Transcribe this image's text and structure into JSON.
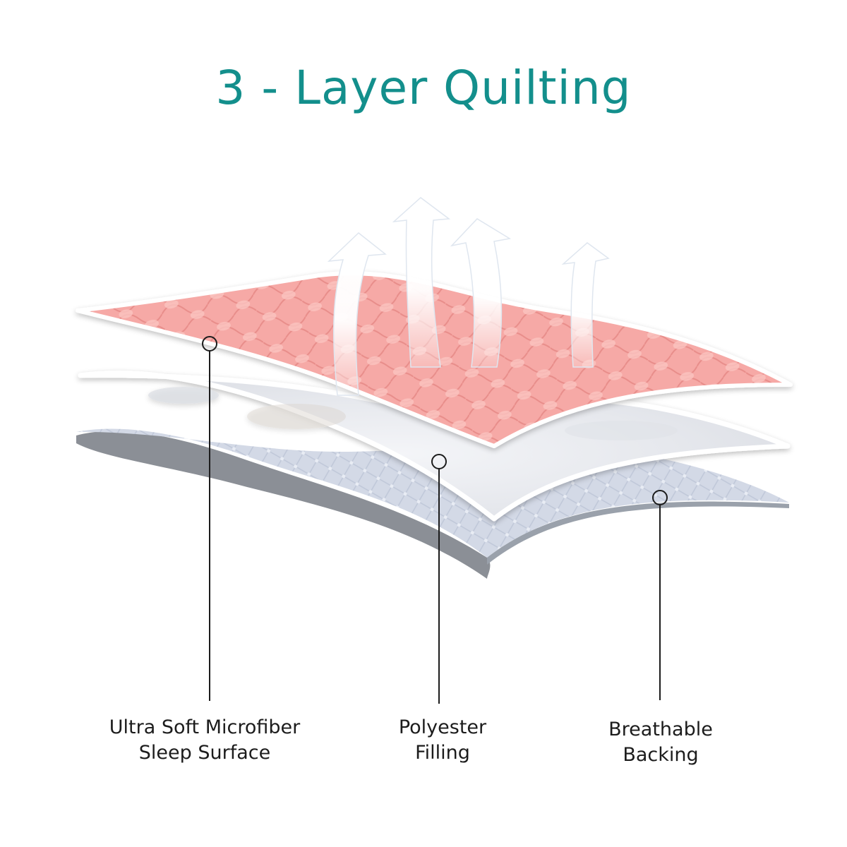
{
  "title": "3 - Layer Quilting",
  "colors": {
    "title": "#138f8c",
    "top_layer": "#f4a5a2",
    "middle_layer": "#e7eaf0",
    "bottom_layer": "#cfd6e4",
    "bottom_edge": "#8b8f96",
    "leader_line": "#1c1c1c"
  },
  "labels": {
    "microfiber": {
      "line1": "Ultra Soft Microfiber",
      "line2": "Sleep Surface"
    },
    "filling": {
      "line1": "Polyester",
      "line2": "Filling"
    },
    "backing": {
      "line1": "Breathable",
      "line2": "Backing"
    }
  },
  "icons": [
    "airflow-arrow-icon",
    "leader-dot-icon"
  ]
}
